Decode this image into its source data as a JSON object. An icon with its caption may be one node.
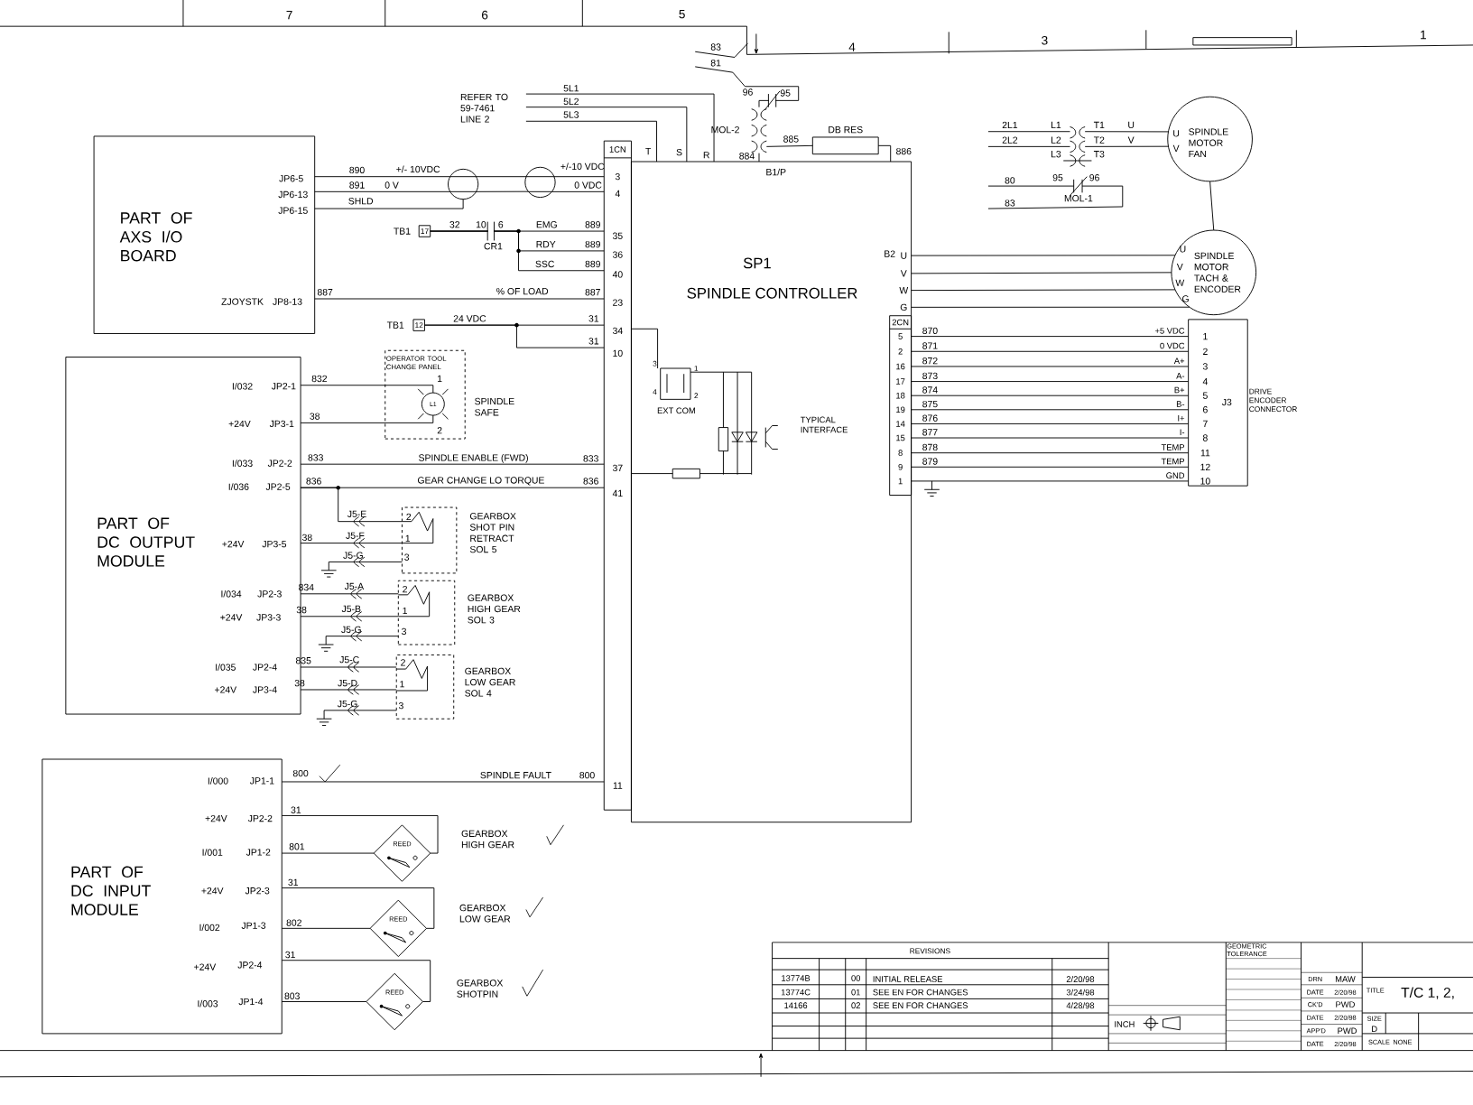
{
  "diagram": {
    "nodes": [
      {
        "text": [
          "PART OF AXS I/O BOARD"
        ]
      },
      {
        "text": [
          "PART OF DC OUTPUT MODULE"
        ]
      },
      {
        "text": [
          "PART OF DC INPUT MODULE"
        ]
      },
      {
        "text": [
          "SP1",
          "SPINDLE CONTROLLER"
        ]
      },
      {
        "text": [
          "1CN"
        ]
      },
      {
        "text": [
          "2CN"
        ],
        "in": 3
      },
      {
        "text": [
          "SPINDLE MOTOR FAN"
        ]
      },
      {
        "text": [
          "SPINDLE MOTOR TACH & ENCODER"
        ]
      },
      {
        "text": [
          "J3"
        ],
        "beside": [
          "DRIVE ENCODER CONNECTOR"
        ]
      },
      {
        "text": [
          "OPERATOR TOOL CHANGE PANEL"
        ]
      },
      {
        "text": [
          "L1"
        ],
        "in": 9,
        "beside": [
          "SPINDLE SAFE"
        ]
      },
      {
        "text": [],
        "shape": "box",
        "beside": [
          "GEARBOX SHOT PIN RETRACT SOL 5"
        ]
      },
      {
        "text": [],
        "shape": "box",
        "beside": [
          "GEARBOX HIGH GEAR SOL 3"
        ]
      },
      {
        "text": [],
        "shape": "box",
        "beside": [
          "GEARBOX LOW GEAR SOL 4"
        ]
      },
      {
        "text": [
          "REED"
        ],
        "beside": [
          "GEARBOX HIGH GEAR"
        ]
      },
      {
        "text": [
          "REED"
        ],
        "beside": [
          "GEARBOX LOW GEAR"
        ]
      },
      {
        "text": [
          "REED"
        ],
        "beside": [
          "GEARBOX SHOTPIN"
        ]
      },
      {
        "text": [
          "DB RES"
        ]
      },
      {
        "text": [
          "17"
        ]
      },
      {
        "text": [
          "12"
        ]
      },
      {
        "text": [],
        "shape": "circle"
      },
      {
        "text": [],
        "shape": "circle"
      },
      {
        "text": [],
        "shape": "picture",
        "beside": [
          "MOL-2"
        ]
      },
      {
        "text": [],
        "shape": "picture"
      }
    ],
    "edges": [
      {
        "from": 0,
        "to": 20,
        "arrow": "none"
      },
      {
        "from": 0,
        "to": 20,
        "arrow": "none"
      },
      {
        "from": 0,
        "to": 20,
        "arrow": "none"
      },
      {
        "from": 18,
        "to": 4,
        "arrow": "none"
      },
      {
        "from": 18,
        "to": 4,
        "arrow": "none"
      },
      {
        "from": 18,
        "to": 4,
        "arrow": "none"
      },
      {
        "from": 0,
        "to": 4,
        "arrow": "none"
      },
      {
        "from": 19,
        "to": 4,
        "arrow": "none"
      },
      {
        "from": 19,
        "to": 4,
        "arrow": "none"
      },
      {
        "from": 1,
        "to": 10,
        "arrow": "none"
      },
      {
        "from": 1,
        "to": 10,
        "arrow": "none"
      },
      {
        "from": 1,
        "to": 4,
        "arrow": "none"
      },
      {
        "from": 1,
        "to": 4,
        "arrow": "none"
      },
      {
        "from": 1,
        "to": 11,
        "arrow": "none"
      },
      {
        "from": 1,
        "to": 11,
        "arrow": "none"
      },
      {
        "from": null,
        "to": 11,
        "arrow": "none"
      },
      {
        "from": 1,
        "to": 12,
        "arrow": "none"
      },
      {
        "from": 1,
        "to": 12,
        "arrow": "none"
      },
      {
        "from": null,
        "to": 12,
        "arrow": "none"
      },
      {
        "from": 1,
        "to": 13,
        "arrow": "none"
      },
      {
        "from": 1,
        "to": 13,
        "arrow": "none"
      },
      {
        "from": null,
        "to": 13,
        "arrow": "none"
      },
      {
        "from": 2,
        "to": 4,
        "arrow": "none"
      },
      {
        "from": 2,
        "to": 14,
        "arrow": "none"
      },
      {
        "from": 2,
        "to": 14,
        "arrow": "none"
      },
      {
        "from": 2,
        "to": 15,
        "arrow": "none"
      },
      {
        "from": 2,
        "to": 15,
        "arrow": "none"
      },
      {
        "from": 2,
        "to": 16,
        "arrow": "none"
      },
      {
        "from": 2,
        "to": 16,
        "arrow": "none"
      },
      {
        "from": null,
        "to": 3,
        "arrow": "none"
      },
      {
        "from": null,
        "to": 3,
        "arrow": "none"
      },
      {
        "from": null,
        "to": 3,
        "arrow": "none"
      },
      {
        "from": 22,
        "to": 17,
        "arrow": "none"
      },
      {
        "from": 17,
        "to": 3,
        "arrow": "none"
      },
      {
        "from": null,
        "to": 23,
        "arrow": "none"
      },
      {
        "from": null,
        "to": 23,
        "arrow": "none"
      },
      {
        "from": 6,
        "to": 7,
        "arrow": "none"
      },
      {
        "from": 3,
        "to": 7,
        "arrow": "none"
      },
      {
        "from": 3,
        "to": 7,
        "arrow": "none"
      },
      {
        "from": 3,
        "to": 7,
        "arrow": "none"
      },
      {
        "from": 3,
        "to": 7,
        "arrow": "none"
      },
      {
        "from": 5,
        "to": 8,
        "arrow": "none"
      },
      {
        "from": 5,
        "to": 8,
        "arrow": "none"
      },
      {
        "from": 5,
        "to": 8,
        "arrow": "none"
      },
      {
        "from": 5,
        "to": 8,
        "arrow": "none"
      },
      {
        "from": 5,
        "to": 8,
        "arrow": "none"
      },
      {
        "from": 5,
        "to": 8,
        "arrow": "none"
      },
      {
        "from": 5,
        "to": 8,
        "arrow": "none"
      },
      {
        "from": 5,
        "to": 8,
        "arrow": "none"
      },
      {
        "from": 5,
        "to": 8,
        "arrow": "none"
      },
      {
        "from": 5,
        "to": 8,
        "arrow": "none"
      },
      {
        "from": 5,
        "to": 8,
        "arrow": "none"
      },
      {
        "from": 22,
        "to": 3,
        "arrow": "none"
      },
      {
        "from": null,
        "to": 22,
        "arrow": "none"
      },
      {
        "from": 23,
        "to": 6,
        "arrow": "none"
      },
      {
        "from": 23,
        "to": 6,
        "arrow": "none"
      },
      {
        "from": 20,
        "to": 21,
        "arrow": "none"
      },
      {
        "from": 21,
        "to": 4,
        "arrow": "none"
      },
      {
        "from": 20,
        "to": 21,
        "arrow": "none"
      },
      {
        "from": 21,
        "to": 4,
        "arrow": "none"
      }
    ],
    "labels": [
      "7",
      "6",
      "5",
      "4",
      "3",
      "1",
      "REFER TO 59-7461 LINE 2",
      "5L1",
      "5L2",
      "5L3",
      "T",
      "S",
      "R",
      "83",
      "81",
      "96",
      "95",
      "884",
      "885",
      "B1/P",
      "886",
      "2L1",
      "2L2",
      "L1",
      "L2",
      "L3",
      "T1",
      "T2",
      "T3",
      "U",
      "V",
      "U",
      "V",
      "80",
      "95",
      "96",
      "MOL-1",
      "83",
      "U",
      "V",
      "W",
      "G",
      "B2",
      "U",
      "V",
      "W",
      "G",
      "JP6-5",
      "JP6-13",
      "JP6-15",
      "890",
      "+/- 10VDC",
      "891",
      "0 V",
      "SHLD",
      "+/-10 VDC",
      "0 VDC",
      "3",
      "4",
      "TB1",
      "32",
      "10",
      "6",
      "CR1",
      "EMG",
      "889",
      "35",
      "RDY",
      "889",
      "36",
      "SSC",
      "889",
      "40",
      "ZJOYSTK",
      "JP8-13",
      "887",
      "% OF LOAD",
      "887",
      "23",
      "TB1",
      "24 VDC",
      "31",
      "34",
      "31",
      "10",
      "I/032",
      "JP2-1",
      "832",
      "1",
      "2",
      "+24V",
      "JP3-1",
      "38",
      "I/033",
      "JP2-2",
      "833",
      "SPINDLE ENABLE (FWD)",
      "833",
      "37",
      "I/036",
      "JP2-5",
      "836",
      "GEAR CHANGE LO TORQUE",
      "836",
      "41",
      "J5-E",
      "J5-F",
      "J5-G",
      "2",
      "1",
      "3",
      "+24V",
      "JP3-5",
      "38",
      "I/034",
      "JP2-3",
      "834",
      "J5-A",
      "2",
      "+24V",
      "JP3-3",
      "38",
      "J5-B",
      "1",
      "J5-G",
      "3",
      "I/035",
      "JP2-4",
      "835",
      "J5-C",
      "2",
      "+24V",
      "JP3-4",
      "38",
      "J5-D",
      "1",
      "J5-G",
      "3",
      "I/000",
      "JP1-1",
      "800",
      "SPINDLE FAULT",
      "800",
      "11",
      "+24V",
      "JP2-2",
      "31",
      "I/001",
      "JP1-2",
      "801",
      "+24V",
      "JP2-3",
      "31",
      "I/002",
      "JP1-3",
      "802",
      "+24V",
      "JP2-4",
      "31",
      "I/003",
      "JP1-4",
      "803",
      "3",
      "4",
      "1",
      "2",
      "EXT COM",
      "TYPICAL INTERFACE",
      "5",
      "2",
      "16",
      "17",
      "18",
      "19",
      "14",
      "15",
      "8",
      "9",
      "1",
      "870",
      "871",
      "872",
      "873",
      "874",
      "875",
      "876",
      "877",
      "878",
      "879",
      "+5 VDC",
      "0 VDC",
      "A+",
      "A-",
      "B+",
      "B-",
      "I+",
      "I-",
      "TEMP",
      "TEMP",
      "GND",
      "1",
      "2",
      "3",
      "4",
      "5",
      "6",
      "7",
      "8",
      "11",
      "12",
      "10",
      "REVISIONS",
      "13774B",
      "00",
      "INITIAL RELEASE",
      "2/20/98",
      "13774C",
      "01",
      "SEE EN FOR CHANGES",
      "3/24/98",
      "14166",
      "02",
      "SEE EN FOR CHANGES",
      "4/28/98",
      "GEOMETRIC TOLERANCE",
      "INCH",
      "DRN",
      "MAW",
      "DATE",
      "2/20/98",
      "CK'D",
      "PWD",
      "DATE",
      "2/20/98",
      "APP'D",
      "PWD",
      "DATE",
      "2/20/98",
      "TITLE",
      "T/C 1, 2,",
      "SIZE",
      "D",
      "SCALE",
      "NONE"
    ]
  }
}
